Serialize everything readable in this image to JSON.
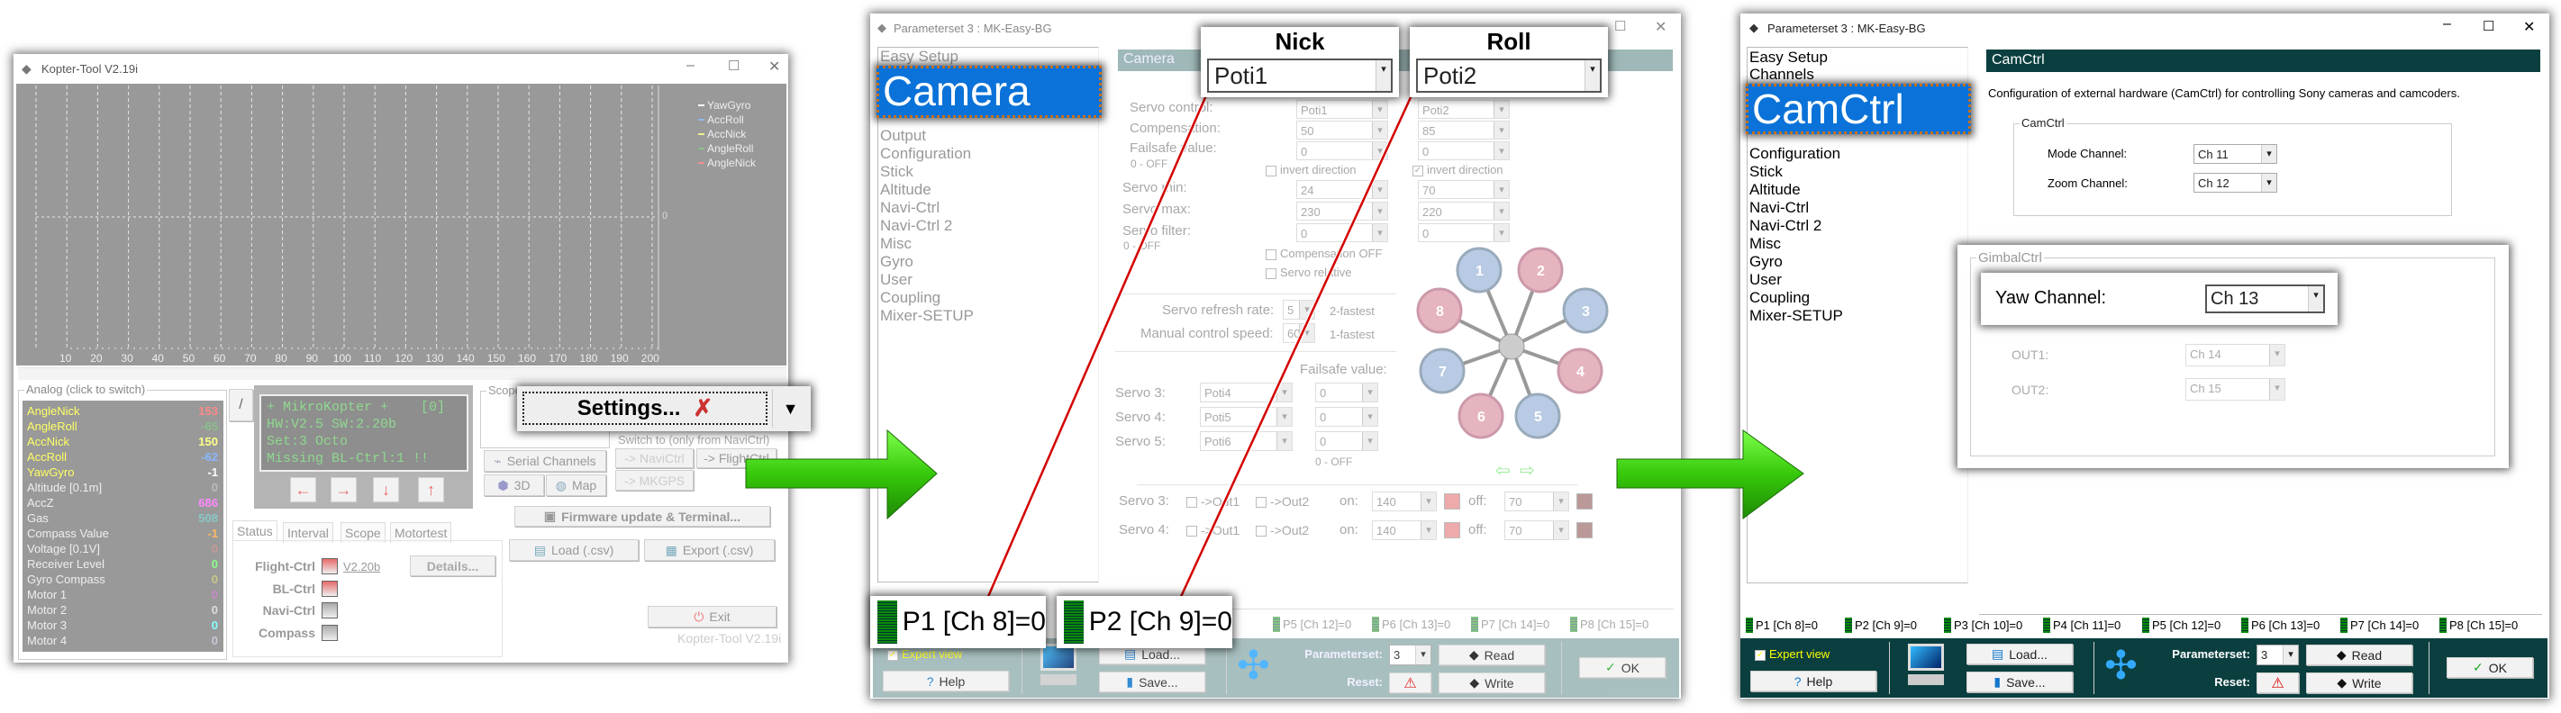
{
  "colors": {
    "graph_bg": "#999999",
    "accent_blue": "#0a72d8",
    "teal_dark": "#0b3f3f",
    "teal_faded": "#9ab5b5",
    "arrow_green": "#3ecf0e",
    "connector_red": "#d40000"
  },
  "kopter_tool": {
    "title": "Kopter-Tool V2.19i",
    "legend": [
      "YawGyro",
      "AccRoll",
      "AccNick",
      "AngleRoll",
      "AngleNick"
    ],
    "legend_colors": [
      "#ffffff",
      "#8fb8e8",
      "#f0f090",
      "#8fc08f",
      "#f09090"
    ],
    "zero_label": "0",
    "x_ticks": [
      "10",
      "20",
      "30",
      "40",
      "50",
      "60",
      "70",
      "80",
      "90",
      "100",
      "110",
      "120",
      "130",
      "140",
      "150",
      "160",
      "170",
      "180",
      "190",
      "200"
    ],
    "analog": {
      "title": "Analog (click to switch)",
      "rows": [
        {
          "label": "AngleNick",
          "value": "153",
          "lc": "#ffff66",
          "vc": "#ff8888"
        },
        {
          "label": "AngleRoll",
          "value": "-65",
          "lc": "#ffff66",
          "vc": "#88c088"
        },
        {
          "label": "AccNick",
          "value": "150",
          "lc": "#ffff66",
          "vc": "#ffff88"
        },
        {
          "label": "AccRoll",
          "value": "-62",
          "lc": "#ffff66",
          "vc": "#88b8ff"
        },
        {
          "label": "YawGyro",
          "value": "-1",
          "lc": "#ffff66",
          "vc": "#ffffff"
        },
        {
          "label": "Altitude [0.1m]",
          "value": "0",
          "lc": "#eeeeee",
          "vc": "#bbbbbb"
        },
        {
          "label": "AccZ",
          "value": "686",
          "lc": "#eeeeee",
          "vc": "#ff88ff"
        },
        {
          "label": "Gas",
          "value": "508",
          "lc": "#eeeeee",
          "vc": "#88c8c8"
        },
        {
          "label": "Compass Value",
          "value": "-1",
          "lc": "#eeeeee",
          "vc": "#ffb860"
        },
        {
          "label": "Voltage [0.1V]",
          "value": "0",
          "lc": "#eeeeee",
          "vc": "#c89898"
        },
        {
          "label": "Receiver Level",
          "value": "0",
          "lc": "#eeeeee",
          "vc": "#88ff88"
        },
        {
          "label": "Gyro Compass",
          "value": "0",
          "lc": "#eeeeee",
          "vc": "#c8c888"
        },
        {
          "label": "Motor 1",
          "value": "0",
          "lc": "#eeeeee",
          "vc": "#c888c8"
        },
        {
          "label": "Motor 2",
          "value": "0",
          "lc": "#eeeeee",
          "vc": "#dddddd"
        },
        {
          "label": "Motor 3",
          "value": "0",
          "lc": "#eeeeee",
          "vc": "#88ffff"
        },
        {
          "label": "Motor 4",
          "value": "0",
          "lc": "#eeeeee",
          "vc": "#c8c8d8"
        }
      ]
    },
    "slash_label": "/",
    "lcd": [
      "+ MikroKopter +    [0]",
      "HW:V2.5 SW:2.20b",
      "Set:3 Octo",
      "Missing BL-Ctrl:1 !!"
    ],
    "lcd_buttons": [
      "←",
      "→",
      "↓",
      "↑"
    ],
    "tabs": [
      "Status",
      "Interval",
      "Scope",
      "Motortest"
    ],
    "status_rows": [
      {
        "label": "Flight-Ctrl",
        "color": "#e86a6a"
      },
      {
        "label": "BL-Ctrl",
        "color": "#e86a6a"
      },
      {
        "label": "Navi-Ctrl",
        "color": "#aaaaaa"
      },
      {
        "label": "Compass",
        "color": "#aaaaaa"
      }
    ],
    "fc_version": "V2.20b",
    "details": "Details...",
    "scope_group": "Scope",
    "settings": "Settings...",
    "switch_to": "Switch to (only from NaviCtrl)",
    "navictrl": "-> NaviCtrl",
    "flightctrl": "-> FlightCtrl",
    "mkgps": "-> MKGPS",
    "serial_channels": "Serial Channels",
    "btn_3d": "3D",
    "map": "Map",
    "firmware": "Firmware update & Terminal...",
    "load_csv": "Load (.csv)",
    "export_csv": "Export (.csv)",
    "exit": "Exit",
    "version": "Kopter-Tool V2.19i"
  },
  "camera_window": {
    "title": "Parameterset 3 : MK-Easy-BG",
    "menu_before": [
      "Easy Setup"
    ],
    "selected": "Camera",
    "menu_after": [
      "Output",
      "Configuration",
      "Stick",
      "Altitude",
      "Navi-Ctrl",
      "Navi-Ctrl 2",
      "Misc",
      "Gyro",
      "User",
      "Coupling",
      "Mixer-SETUP"
    ],
    "header": "Camera",
    "nick_title": "Nick",
    "nick_value": "Poti1",
    "roll_title": "Roll",
    "roll_value": "Poti2",
    "servo_control": "Servo control:",
    "compensation": "Compensation:",
    "failsafe": "Failsafe value:",
    "off_note": "0 - OFF",
    "servo_min": "Servo min:",
    "servo_max": "Servo max:",
    "servo_filter": "Servo filter:",
    "col1": {
      "control": "Poti1",
      "comp": "50",
      "failsafe": "0",
      "min": "24",
      "max": "230",
      "filter": "0",
      "invert": "invert direction",
      "invert_checked": false
    },
    "col2": {
      "control": "Poti2",
      "comp": "85",
      "failsafe": "0",
      "min": "70",
      "max": "220",
      "filter": "0",
      "invert": "invert direction",
      "invert_checked": true
    },
    "comp_off": "Compensation OFF",
    "servo_relative": "Servo relative",
    "refresh_label": "Servo refresh rate:",
    "refresh_value": "5",
    "refresh_note": "2-fastest",
    "manual_label": "Manual control speed:",
    "manual_value": "60",
    "manual_note": "1-fastest",
    "failsafe_head": "Failsafe value:",
    "servos": [
      {
        "label": "Servo 3:",
        "src": "Poti4",
        "fs": "0"
      },
      {
        "label": "Servo 4:",
        "src": "Poti5",
        "fs": "0"
      },
      {
        "label": "Servo 5:",
        "src": "Poti6",
        "fs": "0"
      }
    ],
    "servo_off_note": "0 - OFF",
    "motors": [
      "1",
      "2",
      "3",
      "4",
      "5",
      "6",
      "7",
      "8"
    ],
    "outs": [
      {
        "label": "Servo 3:",
        "out1": "->Out1",
        "out2": "->Out2",
        "on_label": "on:",
        "on": "140",
        "off_label": "off:",
        "off": "70"
      },
      {
        "label": "Servo 4:",
        "out1": "->Out1",
        "out2": "->Out2",
        "on_label": "on:",
        "on": "140",
        "off_label": "off:",
        "off": "70"
      }
    ],
    "p_labels": [
      "P5 [Ch 12]=0",
      "P6 [Ch 13]=0",
      "P7 [Ch 14]=0",
      "P8 [Ch 15]=0"
    ],
    "p1_callout": "P1 [Ch 8]=0",
    "p2_callout": "P2 [Ch 9]=0",
    "expert_view": "Expert view",
    "help": "Help",
    "load": "Load...",
    "save": "Save...",
    "parameterset_label": "Parameterset:",
    "parameterset": "3",
    "reset_label": "Reset:",
    "read": "Read",
    "write": "Write",
    "ok": "OK"
  },
  "camctrl_window": {
    "title": "Parameterset 3 : MK-Easy-BG",
    "menu_before": [
      "Easy Setup",
      "Channels"
    ],
    "selected": "CamCtrl",
    "menu_after": [
      "Configuration",
      "Stick",
      "Altitude",
      "Navi-Ctrl",
      "Navi-Ctrl 2",
      "Misc",
      "Gyro",
      "User",
      "Coupling",
      "Mixer-SETUP"
    ],
    "header": "CamCtrl",
    "description": "Configuration of external hardware (CamCtrl) for controlling Sony cameras and camcoders.",
    "camctrl_group": "CamCtrl",
    "mode_label": "Mode Channel:",
    "mode_value": "Ch 11",
    "zoom_label": "Zoom Channel:",
    "zoom_value": "Ch 12",
    "gimbal_group": "GimbalCtrl",
    "yaw_label": "Yaw Channel:",
    "yaw_value": "Ch 13",
    "out1_label": "OUT1:",
    "out1_value": "Ch 14",
    "out2_label": "OUT2:",
    "out2_value": "Ch 15",
    "p_labels": [
      "P1 [Ch 8]=0",
      "P2 [Ch 9]=0",
      "P3 [Ch 10]=0",
      "P4 [Ch 11]=0",
      "P5 [Ch 12]=0",
      "P6 [Ch 13]=0",
      "P7 [Ch 14]=0",
      "P8 [Ch 15]=0"
    ],
    "expert_view": "Expert view",
    "help": "Help",
    "load": "Load...",
    "save": "Save...",
    "parameterset_label": "Parameterset:",
    "parameterset": "3",
    "reset_label": "Reset:",
    "read": "Read",
    "write": "Write",
    "ok": "OK"
  }
}
